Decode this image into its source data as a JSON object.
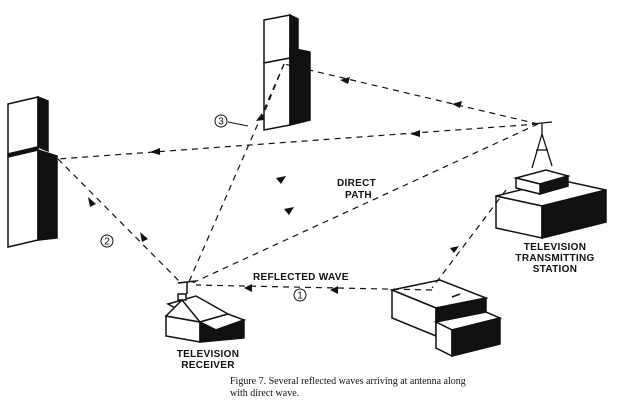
{
  "labels": {
    "direct_path_1": "DIRECT",
    "direct_path_2": "PATH",
    "reflected_wave": "REFLECTED WAVE",
    "station_1": "TELEVISION",
    "station_2": "TRANSMITTING",
    "station_3": "STATION",
    "receiver_1": "TELEVISION",
    "receiver_2": "RECEIVER"
  },
  "markers": {
    "m1": "1",
    "m2": "2",
    "m3": "3"
  },
  "caption": {
    "line1": "Figure 7.  Several reflected waves arriving at antenna along",
    "line2": "with direct wave."
  },
  "colors": {
    "ink": "#111111",
    "paper": "#ffffff"
  }
}
